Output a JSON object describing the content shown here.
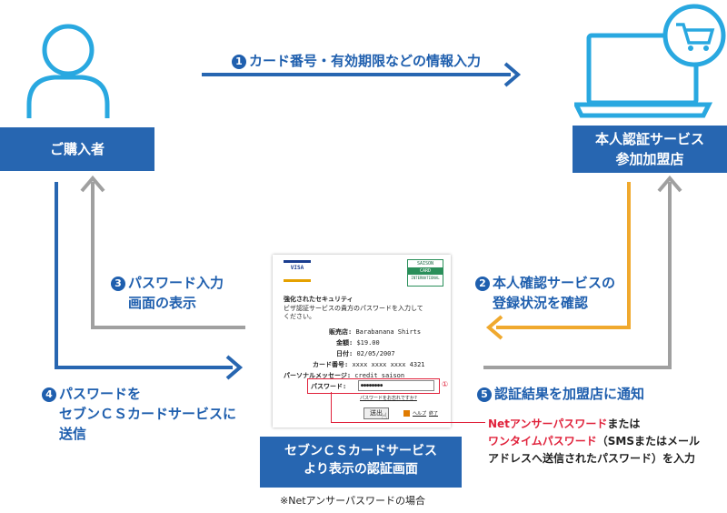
{
  "actors": {
    "buyer": "ご購入者",
    "merchant_line1": "本人認証サービス",
    "merchant_line2": "参加加盟店"
  },
  "steps": {
    "s1": {
      "num": "1",
      "text": "カード番号・有効期限などの情報入力"
    },
    "s2": {
      "num": "2",
      "line1": "本人確認サービスの",
      "line2": "登録状況を確認"
    },
    "s3": {
      "num": "3",
      "line1": "パスワード入力",
      "line2": "画面の表示"
    },
    "s4": {
      "num": "4",
      "line1": "パスワードを",
      "line2": "セブンＣＳカードサービスに",
      "line3": "送信"
    },
    "s5": {
      "num": "5",
      "text": "認証結果を加盟店に通知"
    }
  },
  "auth_screen": {
    "visa_label": "VISA",
    "saison_line1": "SAISON",
    "saison_line2": "CARD",
    "saison_line3": "INTERNATIONAL",
    "heading": "強化されたセキュリティ",
    "intro_line1": "ビザ認証サービスの貴方のパスワードを入力して",
    "intro_line2": "ください。",
    "fields": [
      {
        "label": "販売店:",
        "value": "Barabanana Shirts"
      },
      {
        "label": "金額:",
        "value": "$19.00"
      },
      {
        "label": "日付:",
        "value": "02/05/2007"
      },
      {
        "label": "カード番号:",
        "value": "xxxx xxxx xxxx 4321"
      },
      {
        "label": "パーソナルメッセージ:",
        "value": "credit saison"
      }
    ],
    "password_label": "パスワード:",
    "password_value": "●●●●●●●●",
    "marker": "①",
    "forgot_link": "パスワードをお忘れですか?",
    "submit_button": "送出",
    "help_link": "ヘルプ",
    "exit_link": "終了"
  },
  "caption": {
    "line1": "セブンＣＳカードサービス",
    "line2": "より表示の認証画面"
  },
  "footnote": "※Netアンサーパスワードの場合",
  "password_note": {
    "part1_red": "Netアンサーパスワード",
    "part1_rest": "または",
    "part2_red": "ワンタイムパスワード",
    "part2_rest": "（SMSまたはメール",
    "line3": "アドレスへ送信されたパスワード）を入力"
  },
  "colors": {
    "primary_blue": "#2766b1",
    "gray_arrow": "#a0a0a0",
    "orange_arrow": "#f0a92e",
    "red_highlight": "#e0223b",
    "icon_blue": "#29a8e0"
  },
  "icons": [
    "person-icon",
    "laptop-cart-icon"
  ]
}
